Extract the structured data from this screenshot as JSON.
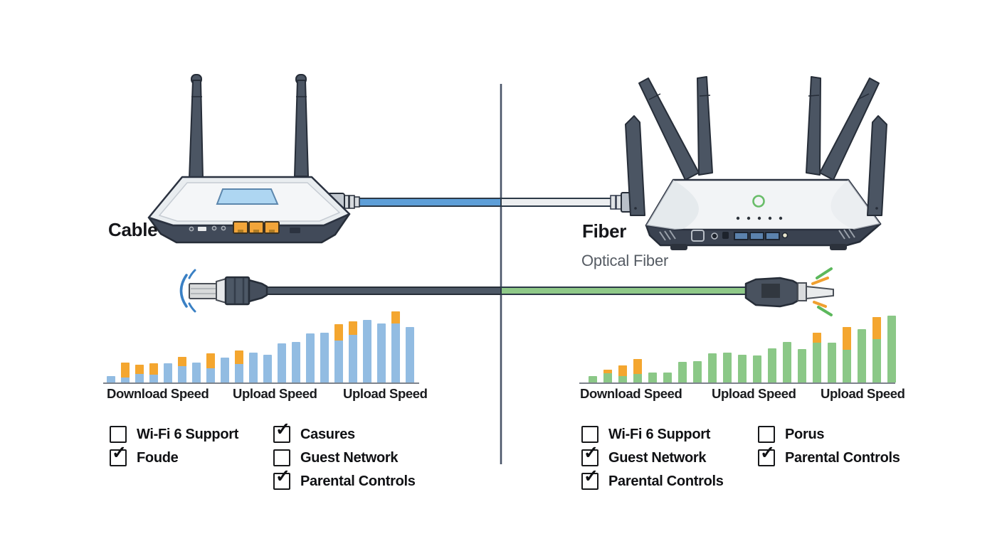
{
  "left_panel": {
    "title": "Cable",
    "chart": {
      "labels": [
        "Download Speed",
        "Upload Speed",
        "Upload Speed"
      ]
    },
    "features_col1": [
      {
        "label": "Wi-Fi 6 Support",
        "checked": false
      },
      {
        "label": "Foude",
        "checked": true
      }
    ],
    "features_col2": [
      {
        "label": "Casures",
        "checked": true
      },
      {
        "label": "Guest Network",
        "checked": false
      },
      {
        "label": "Parental Controls",
        "checked": true
      }
    ]
  },
  "right_panel": {
    "title": "Fiber",
    "subtitle": "Optical Fiber",
    "chart": {
      "labels": [
        "Download Speed",
        "Upload Speed",
        "Upload Speed"
      ]
    },
    "features_col1": [
      {
        "label": "Wi-Fi 6 Support",
        "checked": false
      },
      {
        "label": "Guest Network",
        "checked": true
      },
      {
        "label": "Parental Controls",
        "checked": true
      }
    ],
    "features_col2": [
      {
        "label": "Porus",
        "checked": false
      },
      {
        "label": "Parental Controls",
        "checked": true
      }
    ]
  },
  "check_glyph": "✓",
  "colors": {
    "cable_bar": "#92bce2",
    "fiber_bar": "#8bc887",
    "cap_orange": "#f4a62f",
    "cable_line_blue": "#5e9fd8",
    "fiber_line_green": "#8fc988",
    "coax_dark": "#4d5866",
    "divider": "#4a5468",
    "router_dark": "#4b5563",
    "outline": "#262d38",
    "led_green": "#69bd69"
  },
  "chart_data": [
    {
      "id": "cable-speed-chart",
      "type": "bar",
      "x_axis_labels": [
        "Download Speed",
        "Upload Speed",
        "Upload Speed"
      ],
      "bar_color": "#92bce2",
      "cap_color": "#f4a62f",
      "bar_totals": [
        9,
        28,
        25,
        27,
        27,
        36,
        28,
        41,
        35,
        45,
        42,
        39,
        55,
        57,
        69,
        70,
        82,
        86,
        88,
        83,
        100,
        78
      ],
      "cap_values": [
        0,
        21,
        13,
        16,
        0,
        13,
        0,
        21,
        0,
        19,
        0,
        0,
        0,
        0,
        0,
        0,
        23,
        19,
        0,
        0,
        17,
        0
      ]
    },
    {
      "id": "fiber-speed-chart",
      "type": "bar",
      "x_axis_labels": [
        "Download Speed",
        "Upload Speed",
        "Upload Speed"
      ],
      "bar_color": "#8bc887",
      "cap_color": "#f4a62f",
      "bar_totals": [
        9,
        18,
        24,
        33,
        14,
        14,
        29,
        30,
        41,
        42,
        39,
        38,
        48,
        57,
        47,
        70,
        56,
        78,
        75,
        92,
        94
      ],
      "cap_values": [
        0,
        5,
        15,
        21,
        0,
        0,
        0,
        0,
        0,
        0,
        0,
        0,
        0,
        0,
        0,
        14,
        0,
        32,
        0,
        31,
        0
      ]
    }
  ]
}
